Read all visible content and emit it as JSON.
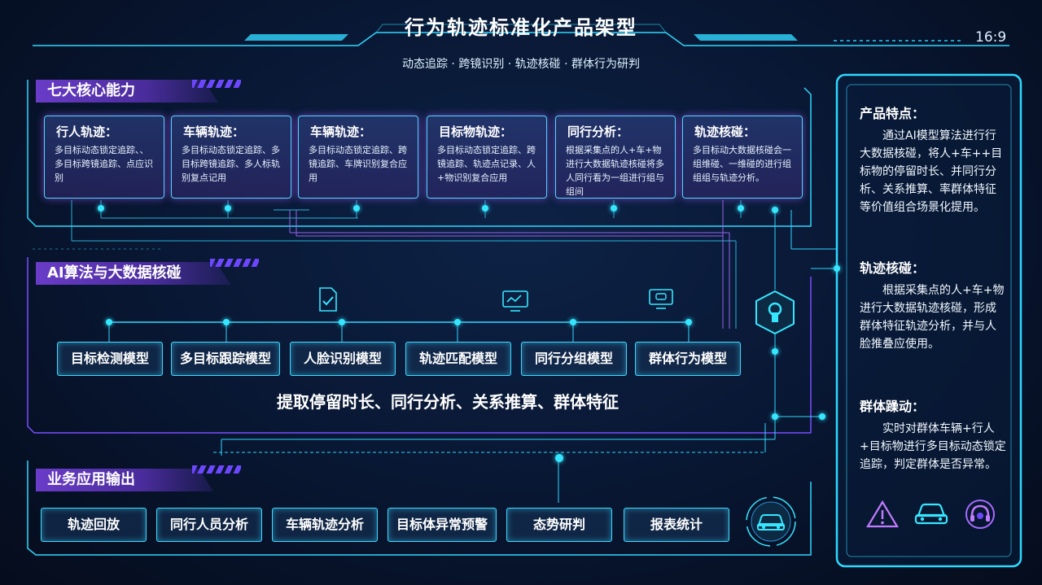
{
  "header": {
    "title": "行为轨迹标准化产品架型",
    "subtitle": "动态追踪 · 跨镜识别 · 轨迹核碰 · 群体行为研判",
    "aspect_ratio": "16:9"
  },
  "core": {
    "heading": "七大核心能力",
    "cards": [
      {
        "title": "行人轨迹：",
        "body": "多目标动态锁定追踪、、多目标跨镜追踪、点应识别"
      },
      {
        "title": "车辆轨迹：",
        "body": "多目标动态锁定追踪、多目标跨镜追踪、多人标轨别复点记用"
      },
      {
        "title": "车辆轨迹：",
        "body": "多目标动态锁定追踪、跨镜追踪、车牌识别复合应用"
      },
      {
        "title": "目标物轨迹：",
        "body": "多目标动态锁定追踪、跨镜追踪、轨迹点记录、人+物识别复合应用"
      },
      {
        "title": "同行分析：",
        "body": "根据采集点的人+车+物进行大数据轨迹核碰将多人同行看为一组进行组与组间"
      },
      {
        "title": "轨迹核碰：",
        "body": "多目标动大数据核碰会一组维碰、一维碰的进行组组组与轨迹分析。"
      }
    ]
  },
  "ai": {
    "heading": "AI算法与大数据核碰",
    "models": [
      "目标检测模型",
      "多目标跟踪模型",
      "人脸识别模型",
      "轨迹匹配模型",
      "同行分组模型",
      "群体行为模型"
    ],
    "footer": "提取停留时长、同行分析、关系推算、群体特征",
    "icons": [
      "document-check-icon",
      "monitor-chart-icon",
      "monitor-chat-icon",
      "shield-lock-icon"
    ]
  },
  "app": {
    "heading": "业务应用输出",
    "outputs": [
      "轨迹回放",
      "同行人员分析",
      "车辆轨迹分析",
      "目标体异常预警",
      "态势研判",
      "报表统计"
    ],
    "icon": "car-icon"
  },
  "right_panel": {
    "sections": [
      {
        "title": "产品特点：",
        "body": "通过AI模型算法进行行大数据核碰，将人+车++目标物的停留时长、并同行分析、关系推算、率群体特征等价值组合场景化提用。"
      },
      {
        "title": "轨迹核碰：",
        "body": "根据采集点的人+车+物进行大数据轨迹核碰，形成群体特征轨迹分析，并与人脸推叠应使用。"
      },
      {
        "title": "群体躁动：",
        "body": "实时对群体车辆+行人+目标物进行多目标动态锁定追踪，判定群体是否异常。"
      }
    ],
    "icons": [
      "warning-icon",
      "car-icon",
      "headset-icon"
    ]
  },
  "colors": {
    "cyan": "#2fd8ff",
    "purple": "#7b4dff",
    "background": "#071226"
  }
}
